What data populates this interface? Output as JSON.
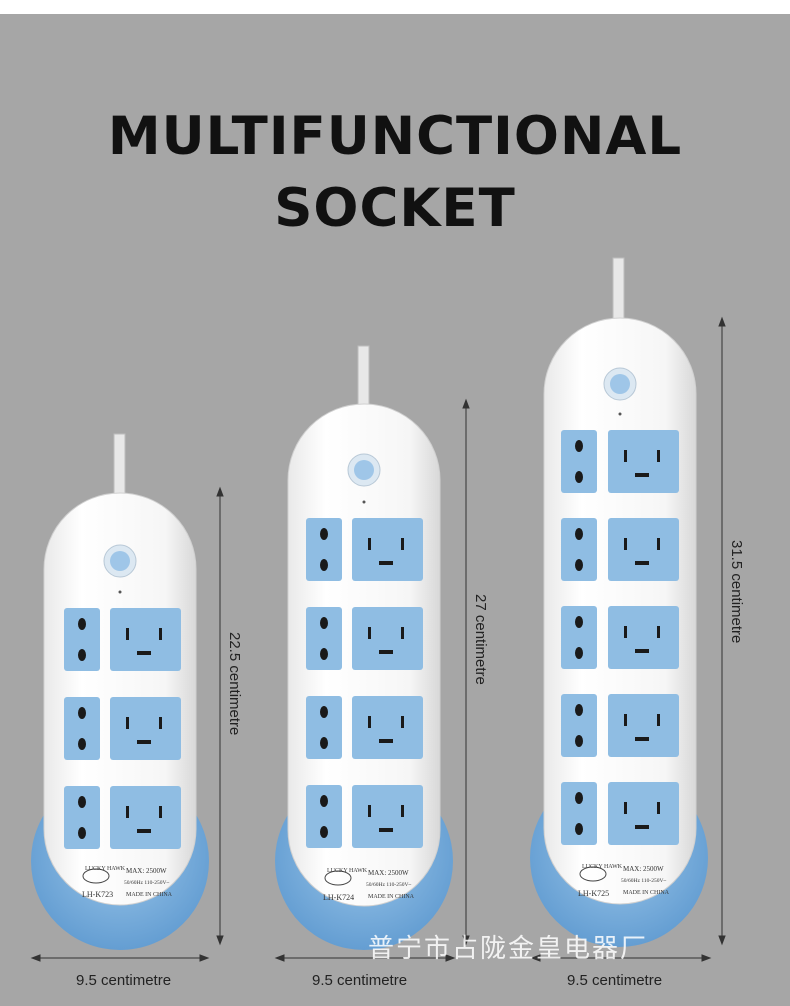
{
  "title": {
    "line1": "MULTIFUNCTIONAL",
    "line2": "SOCKET"
  },
  "products": [
    {
      "model": "LH-K723",
      "brand": "LUCKY HAWK",
      "rating_max": "MAX: 2500W",
      "rating_volt": "50/60Hz 110-250V~",
      "origin": "MADE IN CHINA",
      "outlet_rows": 3,
      "height_label": "22.5 centimetre",
      "width_label": "9.5 centimetre"
    },
    {
      "model": "LH-K724",
      "brand": "LUCKY HAWK",
      "rating_max": "MAX: 2500W",
      "rating_volt": "50/60Hz 110-250V~",
      "origin": "MADE IN CHINA",
      "outlet_rows": 4,
      "height_label": "27 centimetre",
      "width_label": "9.5 centimetre"
    },
    {
      "model": "LH-K725",
      "brand": "LUCKY HAWK",
      "rating_max": "MAX: 2500W",
      "rating_volt": "50/60Hz 110-250V~",
      "origin": "MADE IN CHINA",
      "outlet_rows": 5,
      "height_label": "31.5 centimetre",
      "width_label": "9.5 centimetre"
    }
  ],
  "watermark": "普宁市占陇金皇电器厂",
  "colors": {
    "background": "#a6a6a6",
    "body": "#f3f3f3",
    "accent_blue": "#8fbde3",
    "base_blue": "#6fa8d8"
  }
}
